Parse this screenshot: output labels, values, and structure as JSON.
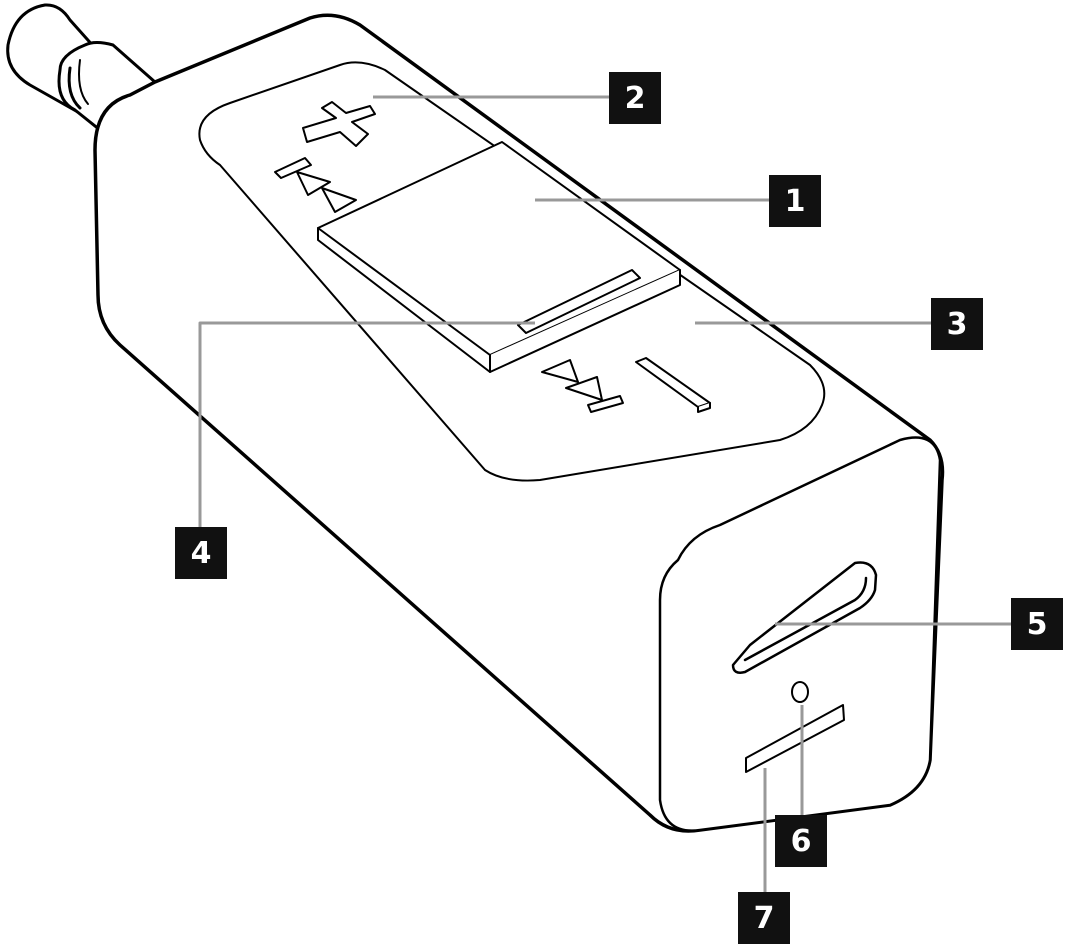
{
  "diagram": {
    "subject": "headphone remote control adapter with 3.5mm jack",
    "colors": {
      "outline": "#000000",
      "leader_line": "#999999",
      "label_bg": "#111111",
      "label_text": "#ffffff"
    },
    "callouts": [
      {
        "number": "1",
        "target": "center-button"
      },
      {
        "number": "2",
        "target": "volume-up-prev-button"
      },
      {
        "number": "3",
        "target": "volume-down-next-button"
      },
      {
        "number": "4",
        "target": "led-indicator"
      },
      {
        "number": "5",
        "target": "usb-c-port"
      },
      {
        "number": "6",
        "target": "microphone"
      },
      {
        "number": "7",
        "target": "status-led"
      }
    ],
    "icons": [
      "plus-icon",
      "previous-track-icon",
      "next-track-icon",
      "minus-icon"
    ]
  }
}
